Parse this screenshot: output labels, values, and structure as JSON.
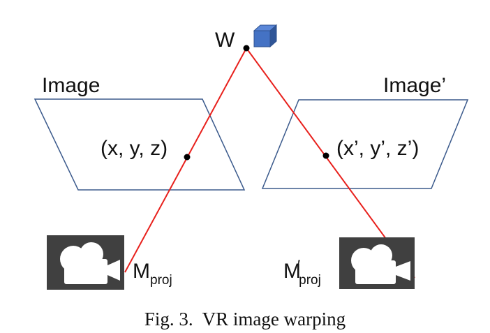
{
  "labels": {
    "world": "W",
    "image_left": "Image",
    "image_right": "Image’",
    "point_left": "(x, y, z)",
    "point_right": "(x’, y’, z’)",
    "camera_left_main": "M",
    "camera_left_sub": "proj",
    "camera_right_main": "M",
    "camera_right_prime": "′",
    "camera_right_sub": "proj"
  },
  "caption": {
    "text": "Fig. 3.  VR image warping"
  },
  "colors": {
    "ray": "#e8201c",
    "plane": "#3b5a8c",
    "cube": "#4472c4",
    "camera_bg": "#404040",
    "camera_fg": "#ffffff"
  },
  "icons": {
    "world_object": "cube-icon",
    "camera": "video-camera-icon"
  }
}
